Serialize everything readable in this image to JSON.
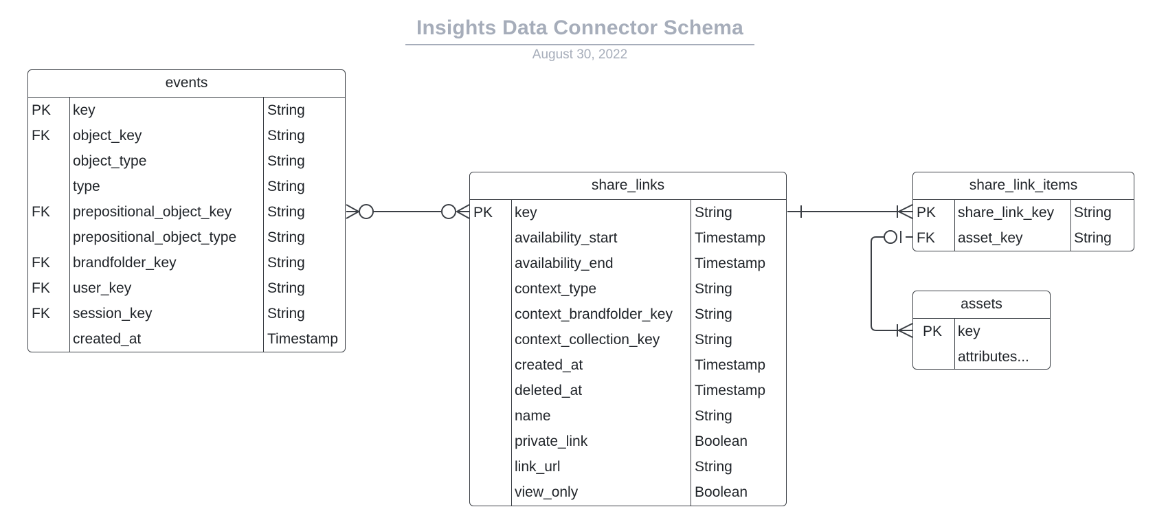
{
  "diagram": {
    "title": "Insights Data Connector Schema",
    "date": "August 30, 2022"
  },
  "entities": {
    "events": {
      "name": "events",
      "rows": [
        {
          "key": "PK",
          "field": "key",
          "type": "String"
        },
        {
          "key": "FK",
          "field": "object_key",
          "type": "String"
        },
        {
          "key": "",
          "field": "object_type",
          "type": "String"
        },
        {
          "key": "",
          "field": "type",
          "type": "String"
        },
        {
          "key": "FK",
          "field": "prepositional_object_key",
          "type": "String"
        },
        {
          "key": "",
          "field": "prepositional_object_type",
          "type": "String"
        },
        {
          "key": "FK",
          "field": "brandfolder_key",
          "type": "String"
        },
        {
          "key": "FK",
          "field": "user_key",
          "type": "String"
        },
        {
          "key": "FK",
          "field": "session_key",
          "type": "String"
        },
        {
          "key": "",
          "field": "created_at",
          "type": "Timestamp"
        }
      ]
    },
    "share_links": {
      "name": "share_links",
      "rows": [
        {
          "key": "PK",
          "field": "key",
          "type": "String"
        },
        {
          "key": "",
          "field": "availability_start",
          "type": "Timestamp"
        },
        {
          "key": "",
          "field": "availability_end",
          "type": "Timestamp"
        },
        {
          "key": "",
          "field": "context_type",
          "type": "String"
        },
        {
          "key": "",
          "field": "context_brandfolder_key",
          "type": "String"
        },
        {
          "key": "",
          "field": "context_collection_key",
          "type": "String"
        },
        {
          "key": "",
          "field": "created_at",
          "type": "Timestamp"
        },
        {
          "key": "",
          "field": "deleted_at",
          "type": "Timestamp"
        },
        {
          "key": "",
          "field": "name",
          "type": "String"
        },
        {
          "key": "",
          "field": "private_link",
          "type": "Boolean"
        },
        {
          "key": "",
          "field": "link_url",
          "type": "String"
        },
        {
          "key": "",
          "field": "view_only",
          "type": "Boolean"
        }
      ]
    },
    "share_link_items": {
      "name": "share_link_items",
      "rows": [
        {
          "key": "PK",
          "field": "share_link_key",
          "type": "String"
        },
        {
          "key": "FK",
          "field": "asset_key",
          "type": "String"
        }
      ]
    },
    "assets": {
      "name": "assets",
      "rows": [
        {
          "key": "PK",
          "field": "key"
        },
        {
          "key": "",
          "field": "attributes..."
        }
      ]
    }
  },
  "relationships": [
    {
      "from": "events.prepositional_object_key",
      "to": "share_links.key",
      "from_end": "zero-or-many",
      "to_end": "zero-or-many"
    },
    {
      "from": "share_links.key",
      "to": "share_link_items.share_link_key",
      "from_end": "one",
      "to_end": "one-or-many"
    },
    {
      "from": "share_link_items.asset_key",
      "to": "assets.key",
      "from_end": "zero-or-one",
      "to_end": "one-or-many"
    }
  ],
  "colors": {
    "line": "#3b3f45",
    "title": "#a6adba",
    "text": "#1f2328",
    "background": "#ffffff"
  }
}
